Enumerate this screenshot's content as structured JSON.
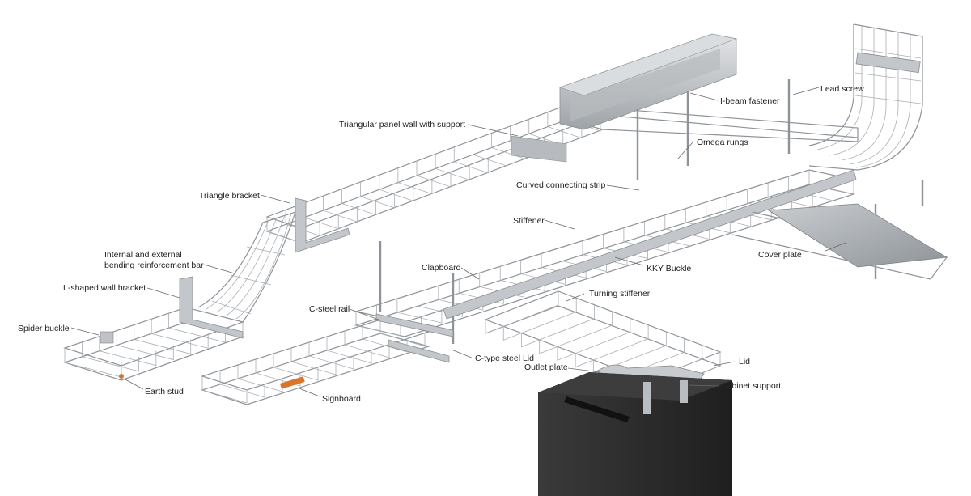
{
  "labels": {
    "lead_screw": "Lead screw",
    "ibeam_fastener": "I-beam fastener",
    "triangular_panel": "Triangular panel wall with support",
    "omega_rungs": "Omega rungs",
    "curved_connecting_strip": "Curved connecting strip",
    "triangle_bracket": "Triangle bracket",
    "stiffener": "Stiffener",
    "cover_plate": "Cover plate",
    "internal_external_1": "Internal and external",
    "internal_external_2": "bending reinforcement bar",
    "clapboard": "Clapboard",
    "kky_buckle": "KKY Buckle",
    "lshaped_bracket": "L-shaped wall bracket",
    "turning_stiffener": "Turning stiffener",
    "csteel_rail": "C-steel rail",
    "spider_buckle": "Spider buckle",
    "lid": "Lid",
    "ctype_lid": "C-type steel Lid",
    "outlet_plate": "Outlet plate",
    "cabinet_support": "Cabinet support",
    "earth_stud": "Earth stud",
    "signboard": "Signboard"
  },
  "colors": {
    "wire": "#8d9399",
    "steel": "#c3c7cb",
    "cabinet": "#2b2b2b",
    "signboard": "#d9742a",
    "text": "#222222"
  }
}
